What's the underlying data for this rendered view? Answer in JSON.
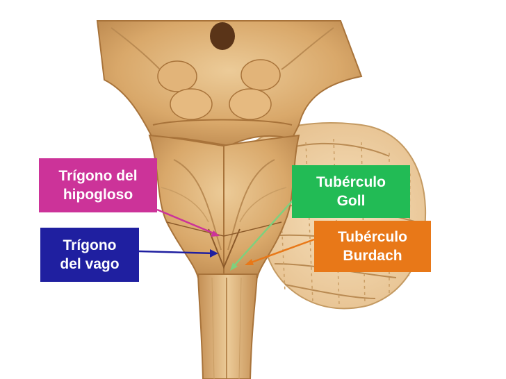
{
  "labels": {
    "trigono_hipogloso": {
      "line1": "Trígono del",
      "line2": "hipogloso",
      "color": "#cc3399"
    },
    "trigono_vago": {
      "line1": "Trígono",
      "line2": "del vago",
      "color": "#1f1fa0"
    },
    "tuberculo_goll": {
      "line1": "Tubérculo",
      "line2": "Goll",
      "color": "#22bb55"
    },
    "tuberculo_burdach": {
      "line1": "Tubérculo",
      "line2": "Burdach",
      "color": "#e87818"
    }
  },
  "colors": {
    "tissue_base": "#d9a86a",
    "tissue_light": "#edc894",
    "tissue_dark": "#a8733a",
    "cerebellum_base": "#f0d3a6",
    "cerebellum_line": "#b98a52"
  }
}
